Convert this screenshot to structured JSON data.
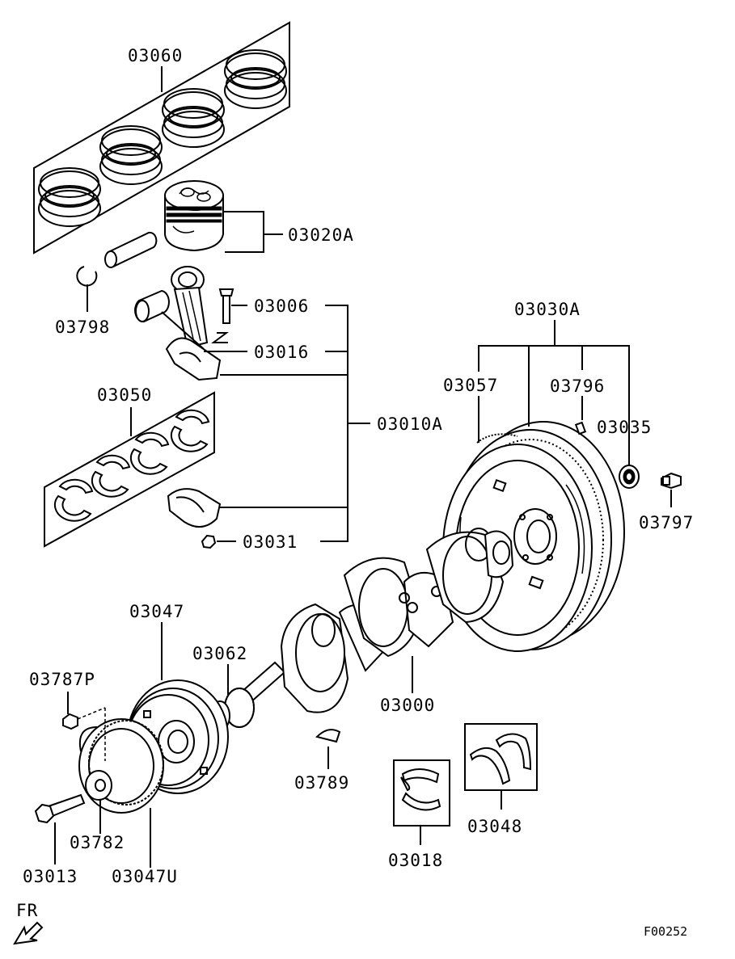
{
  "parts": {
    "p03060": "03060",
    "p03020A": "03020A",
    "p03798": "03798",
    "p03006": "03006",
    "p03016": "03016",
    "p03050": "03050",
    "p03010A": "03010A",
    "p03031": "03031",
    "p03030A": "03030A",
    "p03057": "03057",
    "p03796": "03796",
    "p03035": "03035",
    "p03797": "03797",
    "p03047": "03047",
    "p03062": "03062",
    "p03787P": "03787P",
    "p03000": "03000",
    "p03789": "03789",
    "p03048": "03048",
    "p03018": "03018",
    "p03782": "03782",
    "p03013": "03013",
    "p03047U": "03047U"
  },
  "direction_label": "FR",
  "figure_code": "F00252"
}
